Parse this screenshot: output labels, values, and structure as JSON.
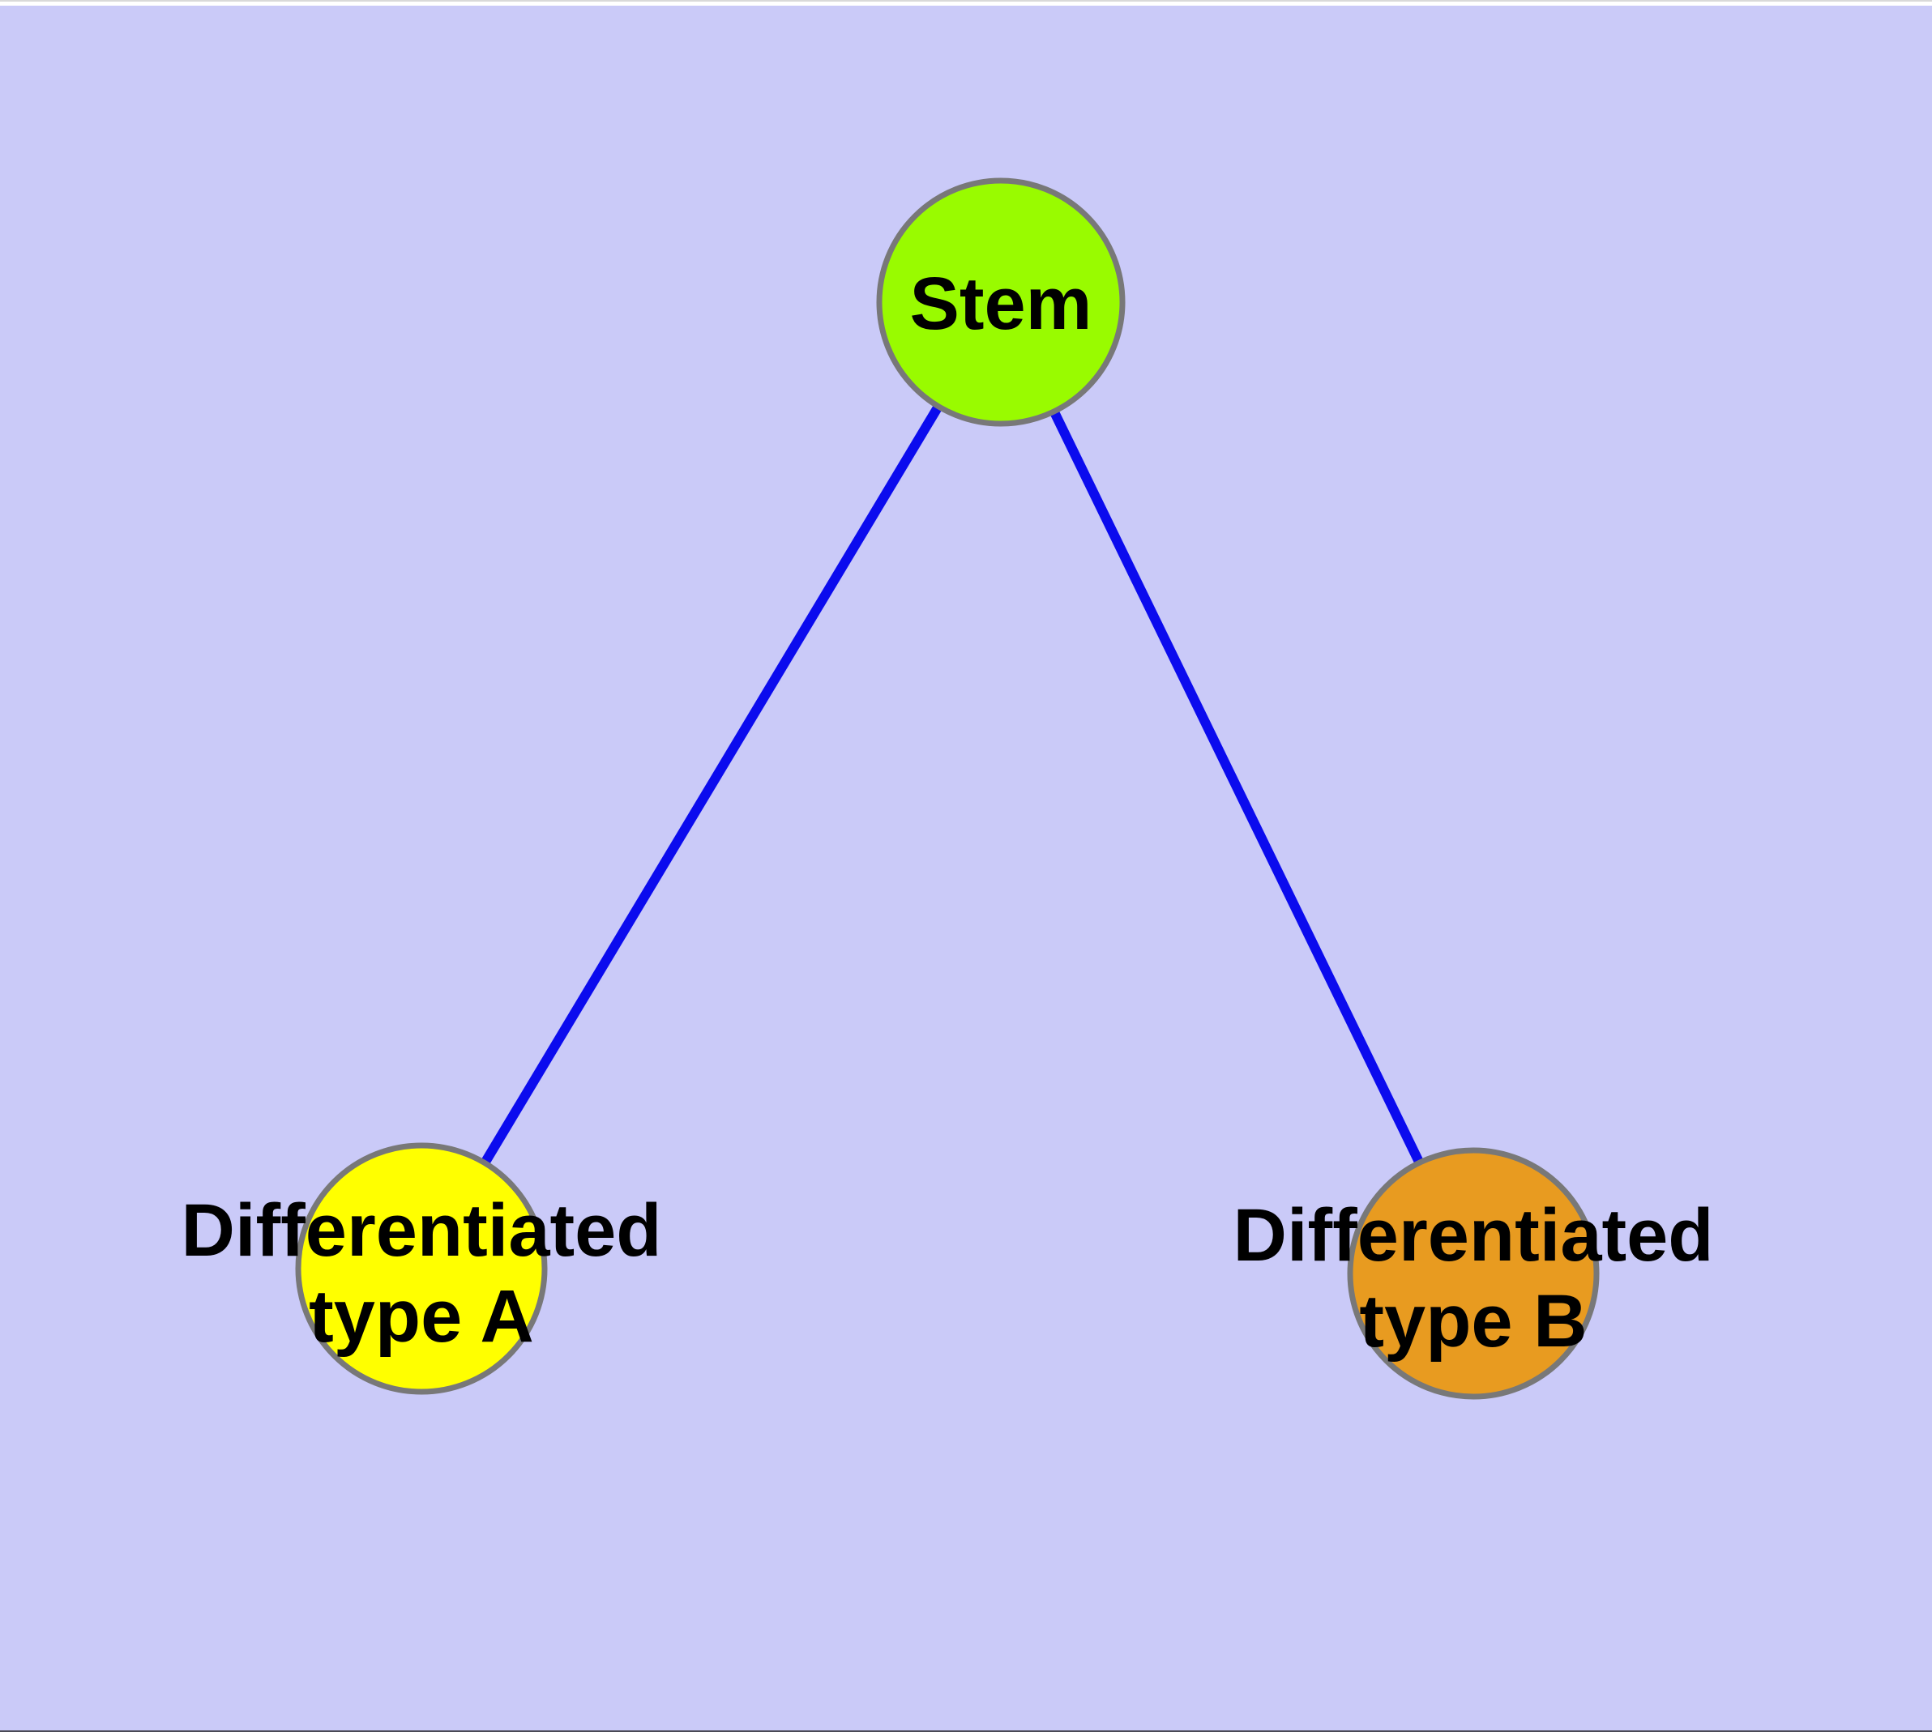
{
  "canvas": {
    "background_color": "#CACAF8",
    "top_edge_line_color": "#D9D9D9",
    "top_strip_color": "#FFFFFF",
    "bottom_edge_line_color": "#4A4A55"
  },
  "diagram": {
    "type": "node-link-graph",
    "edge_color": "#0B0BEE",
    "node_border_color": "#787878",
    "nodes": [
      {
        "label": "Stem",
        "fill": "#99FB00"
      },
      {
        "label": "Differentiated type A",
        "line1": "Differentiated",
        "line2": "type A",
        "fill": "#FFFF00"
      },
      {
        "label": "Differentiated type B",
        "line1": "Differentiated",
        "line2": "type B",
        "fill": "#E89B20"
      }
    ],
    "edges": [
      {
        "from": "Stem",
        "to": "Differentiated type A"
      },
      {
        "from": "Stem",
        "to": "Differentiated type B"
      }
    ]
  }
}
